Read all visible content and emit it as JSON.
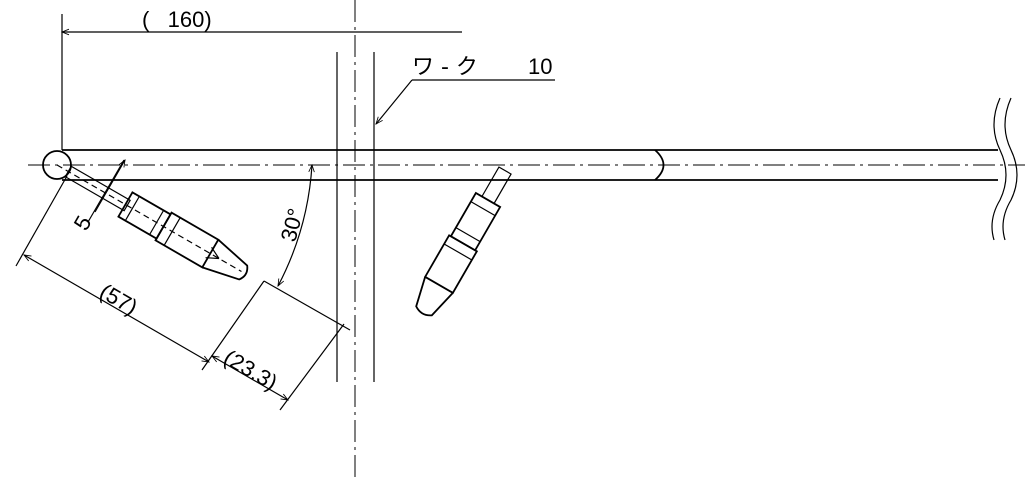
{
  "drawing": {
    "dimensions": {
      "overall_length": "(   160)",
      "offset": "5",
      "angle": "30°",
      "nozzle_length": "(57)",
      "tip_length": "(23.3)"
    },
    "work_label": {
      "text": "ワ - ク",
      "value": "10"
    }
  }
}
